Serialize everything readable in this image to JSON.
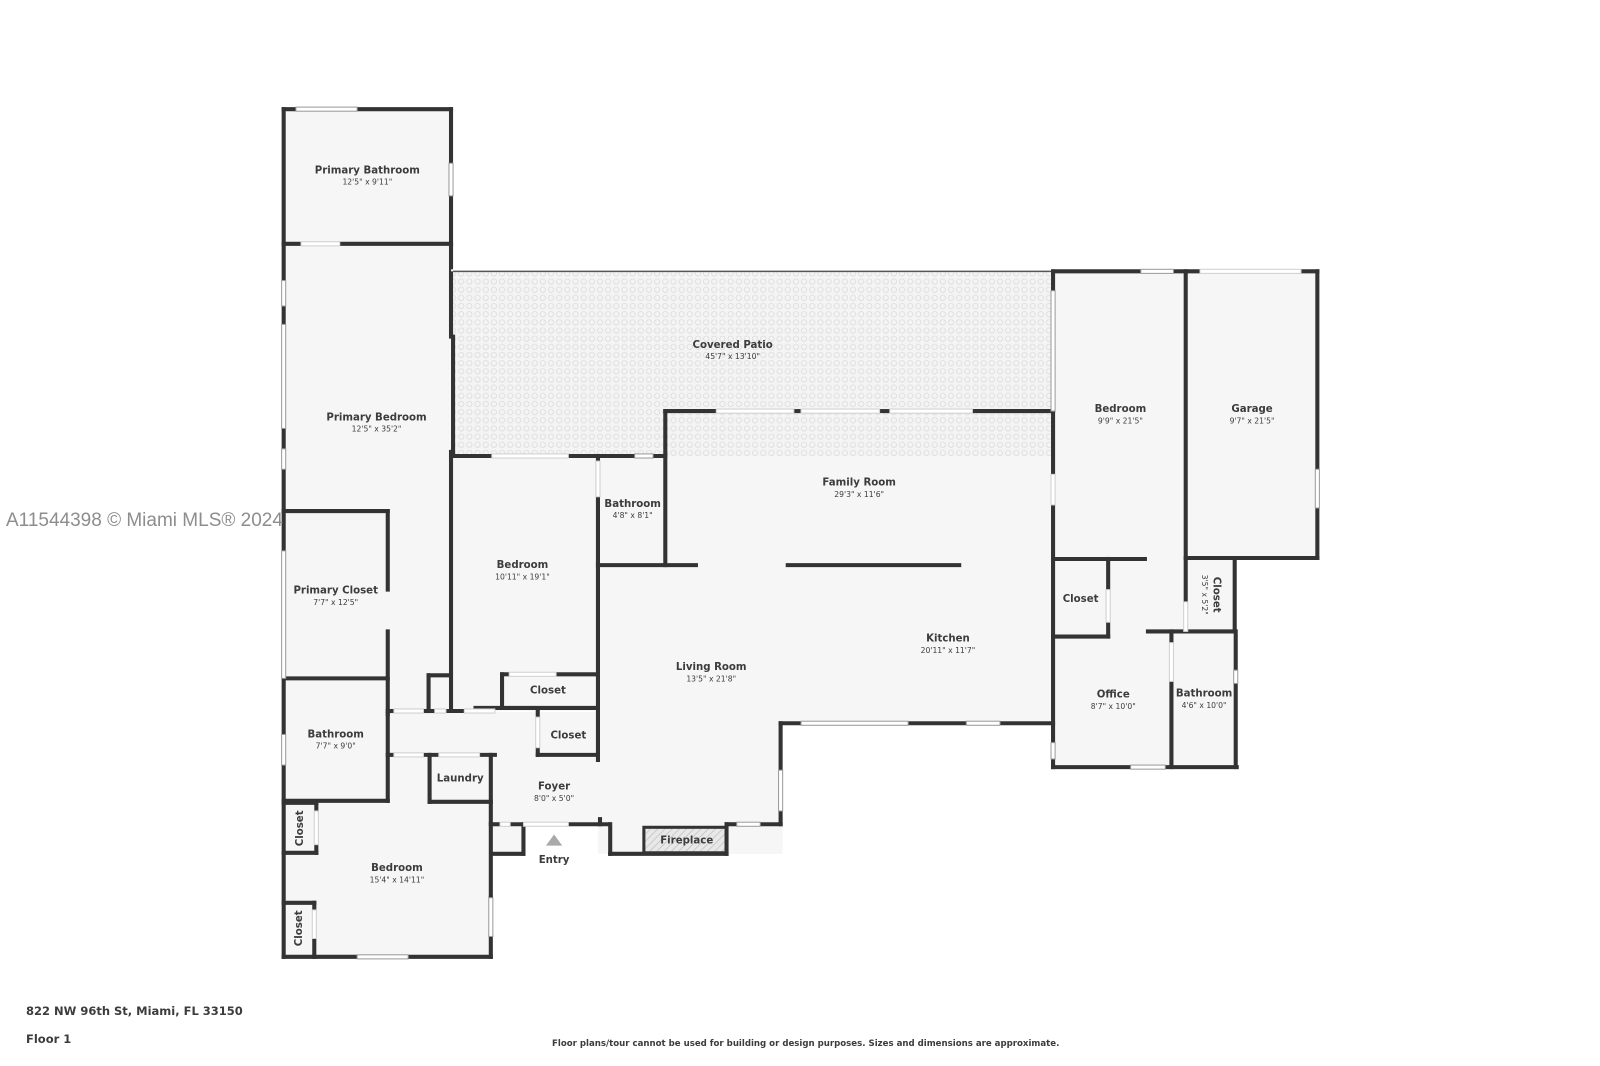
{
  "watermark": "A11544398 © Miami MLS® 2024",
  "footer": {
    "address": "822 NW 96th St, Miami, FL 33150",
    "floor": "Floor 1",
    "disclaimer": "Floor plans/tour cannot be used for building or design purposes. Sizes and dimensions are approximate."
  },
  "colors": {
    "wall": "#333333",
    "room_fill": "#f6f6f6",
    "patio_pattern": "#e0e0e0",
    "text": "#3c3c3c",
    "watermark": "#8d8d8d"
  },
  "rooms": {
    "primary_bathroom": {
      "name": "Primary Bathroom",
      "dim": "12'5\" x 9'11\""
    },
    "primary_bedroom": {
      "name": "Primary Bedroom",
      "dim": "12'5\" x 35'2\""
    },
    "primary_closet": {
      "name": "Primary Closet",
      "dim": "7'7\" x 12'5\""
    },
    "bathroom_west": {
      "name": "Bathroom",
      "dim": "7'7\" x 9'0\""
    },
    "laundry": {
      "name": "Laundry"
    },
    "closet_sw_upper": {
      "name": "Closet"
    },
    "closet_sw_lower": {
      "name": "Closet"
    },
    "bedroom_sw": {
      "name": "Bedroom",
      "dim": "15'4\" x 14'11\""
    },
    "covered_patio": {
      "name": "Covered Patio",
      "dim": "45'7\" x 13'10\""
    },
    "bedroom_center": {
      "name": "Bedroom",
      "dim": "10'11\" x 19'1\""
    },
    "bathroom_center": {
      "name": "Bathroom",
      "dim": "4'8\" x 8'1\""
    },
    "closet_center_a": {
      "name": "Closet"
    },
    "closet_center_b": {
      "name": "Closet"
    },
    "foyer": {
      "name": "Foyer",
      "dim": "8'0\" x 5'0\""
    },
    "entry": {
      "name": "Entry"
    },
    "fireplace": {
      "name": "Fireplace"
    },
    "living_room": {
      "name": "Living Room",
      "dim": "13'5\" x 21'8\""
    },
    "family_room": {
      "name": "Family Room",
      "dim": "29'3\" x 11'6\""
    },
    "kitchen": {
      "name": "Kitchen",
      "dim": "20'11\" x 11'7\""
    },
    "bedroom_east": {
      "name": "Bedroom",
      "dim": "9'9\" x 21'5\""
    },
    "garage": {
      "name": "Garage",
      "dim": "9'7\" x 21'5\""
    },
    "closet_east": {
      "name": "Closet"
    },
    "closet_garage": {
      "name": "Closet",
      "dim": "3'5\" x 5'2\""
    },
    "office": {
      "name": "Office",
      "dim": "8'7\" x 10'0\""
    },
    "bathroom_east": {
      "name": "Bathroom",
      "dim": "4'6\" x 10'0\""
    }
  }
}
